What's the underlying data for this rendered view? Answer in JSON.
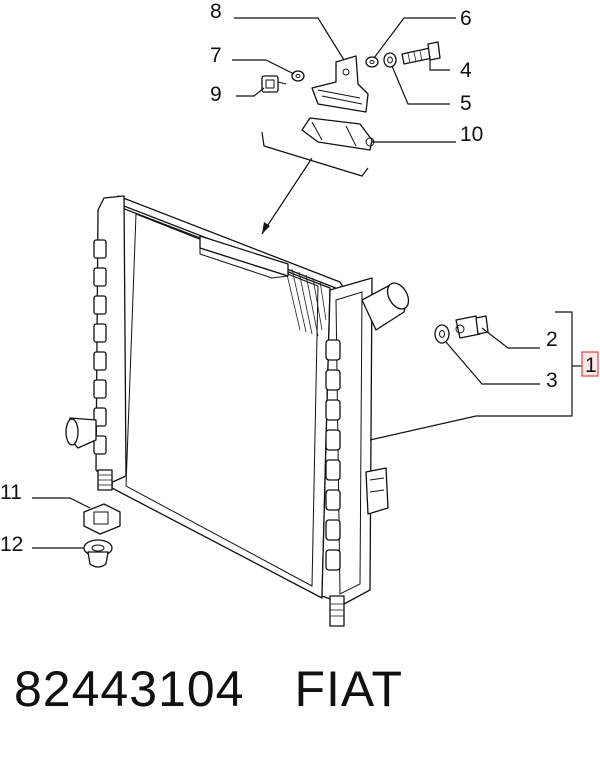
{
  "callouts": [
    {
      "id": "8",
      "label": "8"
    },
    {
      "id": "6",
      "label": "6"
    },
    {
      "id": "7",
      "label": "7"
    },
    {
      "id": "4",
      "label": "4"
    },
    {
      "id": "9",
      "label": "9"
    },
    {
      "id": "5",
      "label": "5"
    },
    {
      "id": "10",
      "label": "10"
    },
    {
      "id": "2",
      "label": "2"
    },
    {
      "id": "1",
      "label": "1"
    },
    {
      "id": "3",
      "label": "3"
    },
    {
      "id": "11",
      "label": "11"
    },
    {
      "id": "12",
      "label": "12"
    }
  ],
  "footer": {
    "part_number": "82443104",
    "brand": "FIAT"
  },
  "colors": {
    "line": "#111111",
    "highlight": "#e05050",
    "background": "#ffffff"
  }
}
